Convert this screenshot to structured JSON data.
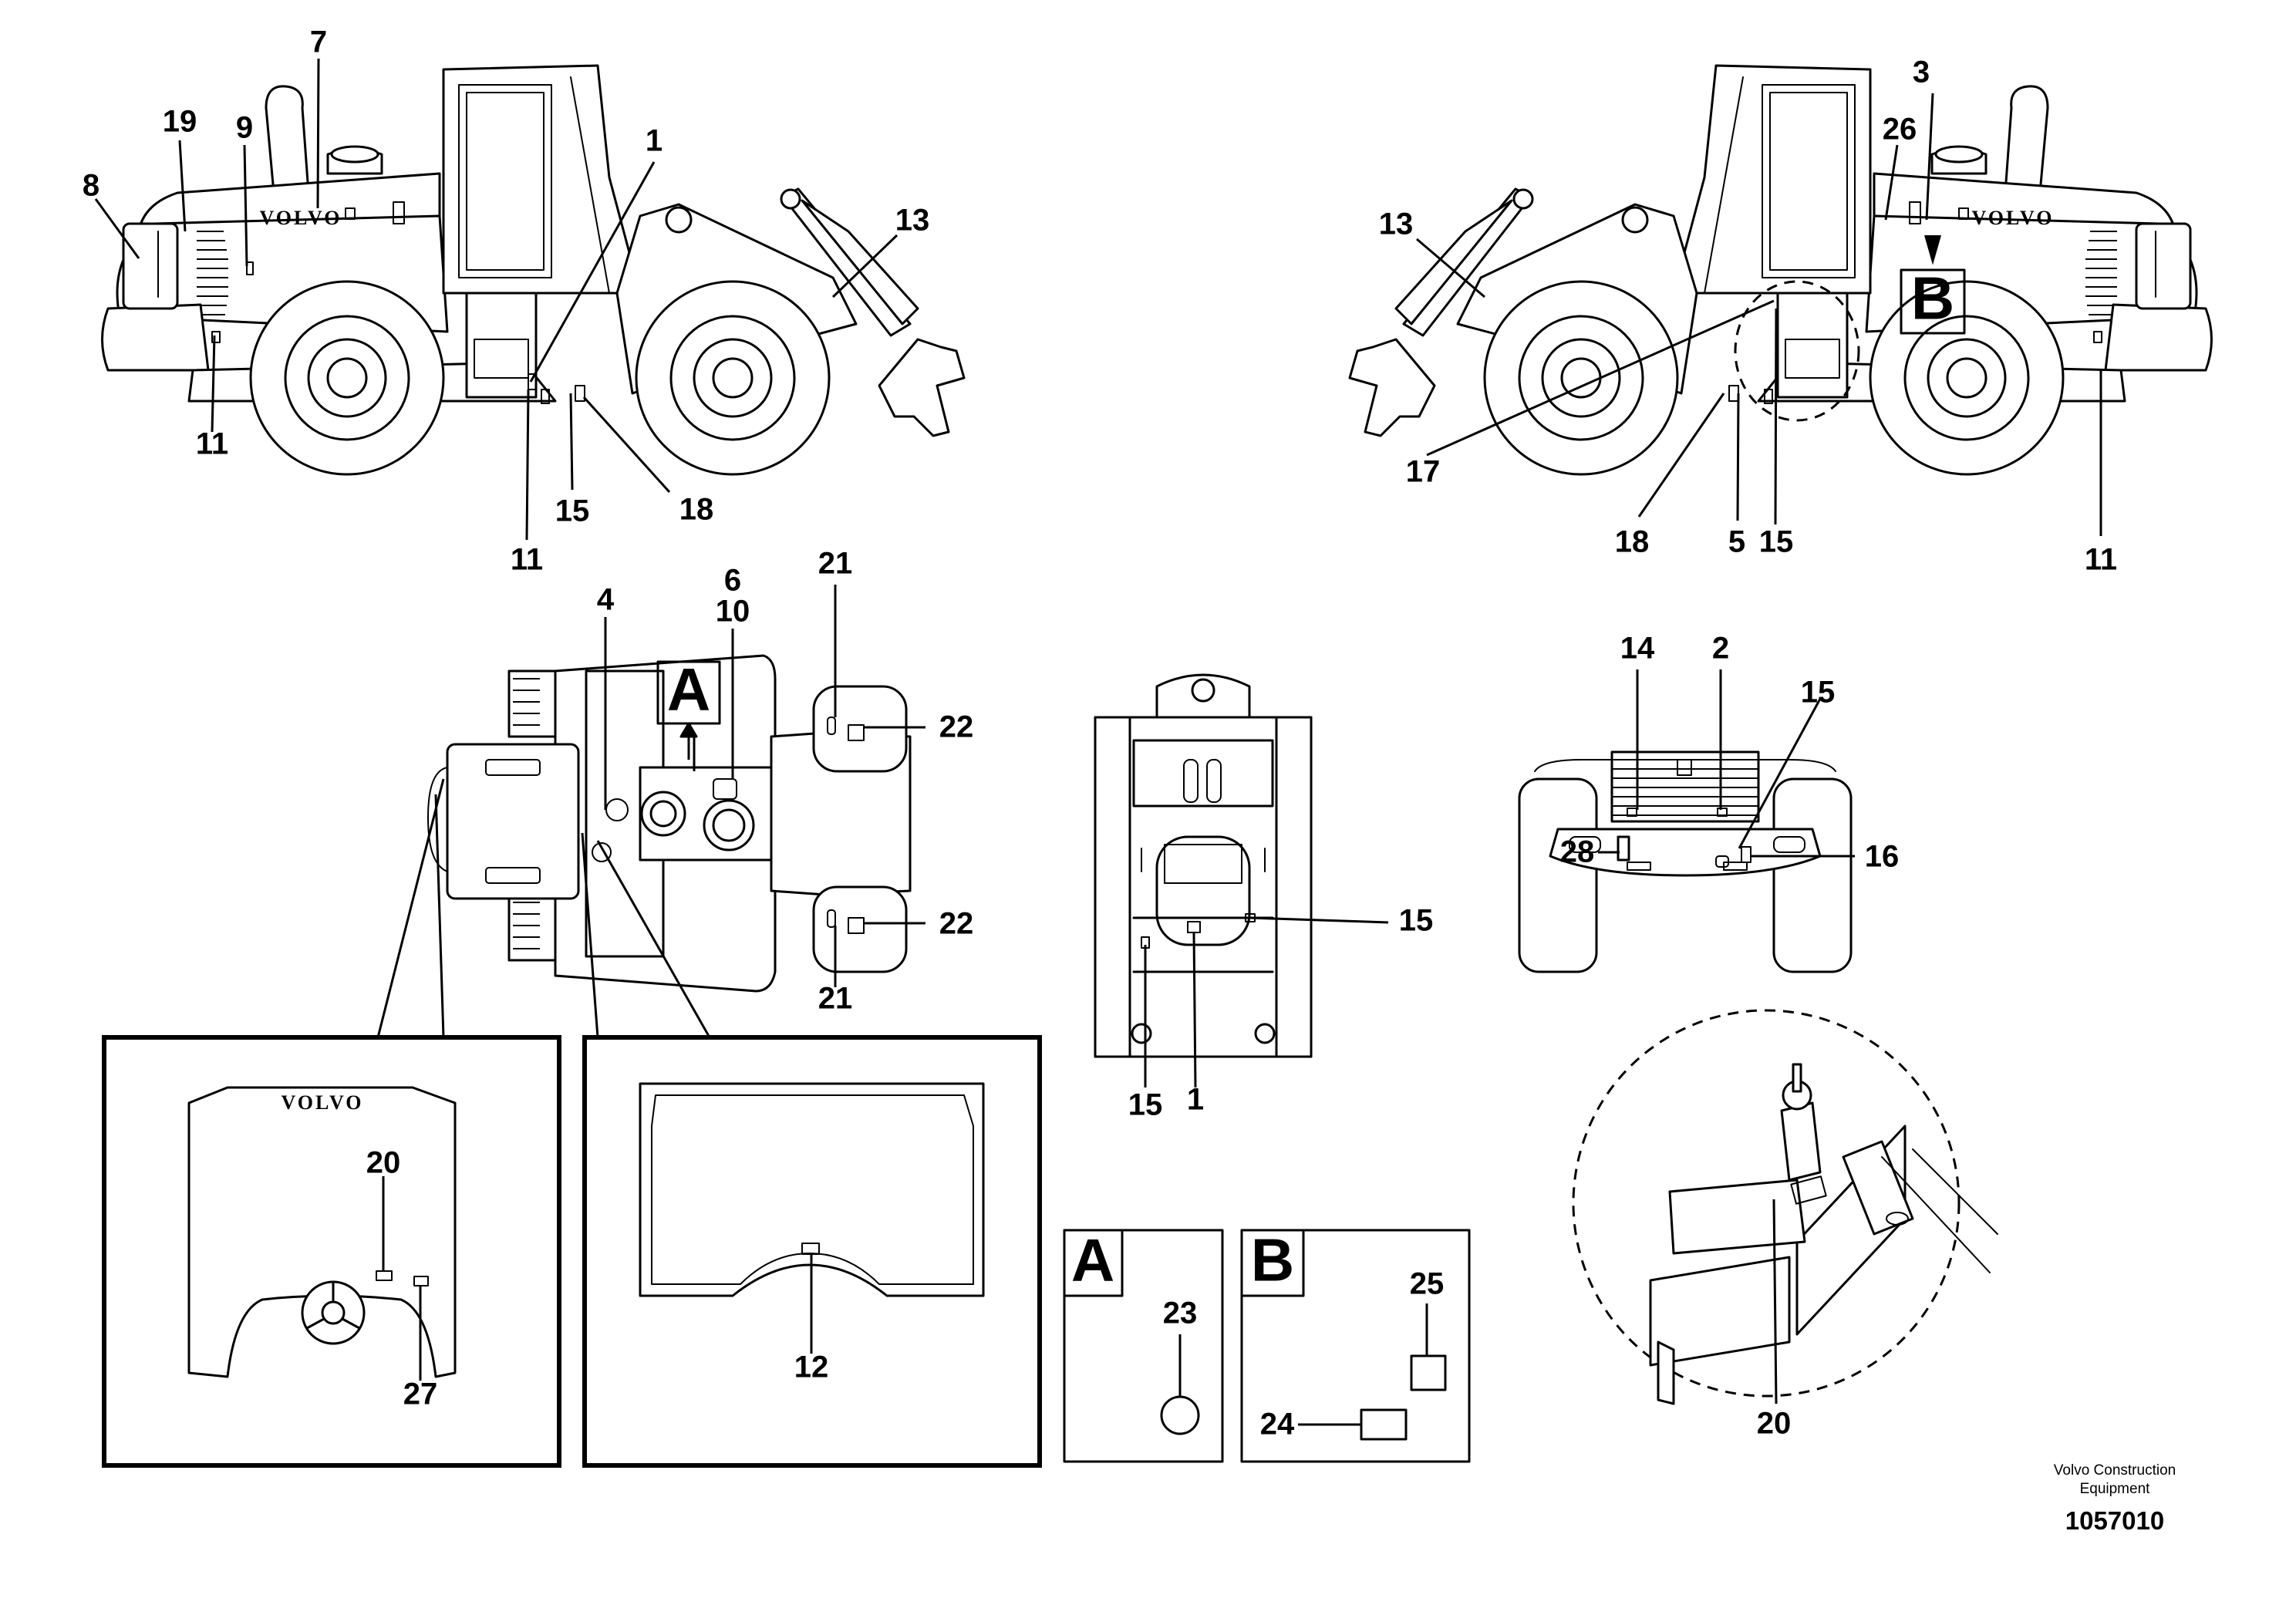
{
  "callouts": {
    "c1": "1",
    "c2": "2",
    "c3": "3",
    "c4": "4",
    "c5": "5",
    "c6": "6",
    "c7": "7",
    "c8": "8",
    "c9": "9",
    "c10": "10",
    "c11": "11",
    "c12": "12",
    "c13": "13",
    "c14": "14",
    "c15": "15",
    "c16": "16",
    "c17": "17",
    "c18": "18",
    "c19": "19",
    "c20": "20",
    "c21": "21",
    "c22": "22",
    "c23": "23",
    "c24": "24",
    "c25": "25",
    "c26": "26",
    "c27": "27",
    "c28": "28"
  },
  "detail_letters": {
    "a": "A",
    "b": "B"
  },
  "machine_brand": "VOLVO",
  "footer": {
    "publisher_line1": "Volvo Construction",
    "publisher_line2": "Equipment",
    "document_number": "1057010"
  }
}
